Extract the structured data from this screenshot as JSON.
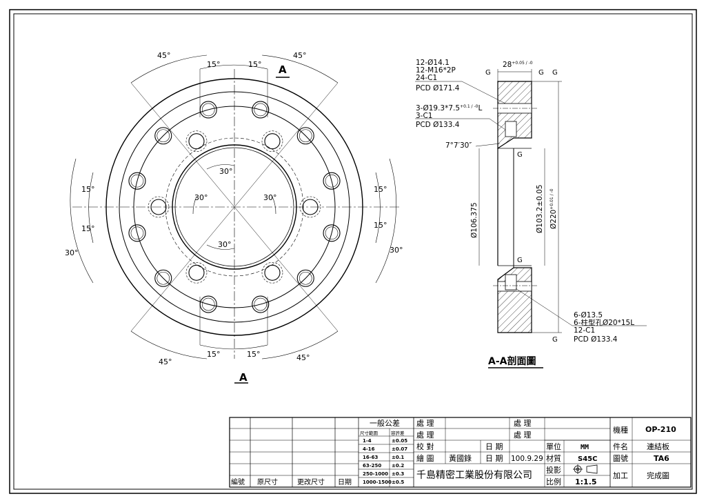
{
  "front_view": {
    "angles": {
      "top_left_45": "45°",
      "top_right_45": "45°",
      "top_15_left": "15°",
      "top_15_right": "15°",
      "left_15_upper": "15°",
      "left_15_lower": "15°",
      "left_30": "30°",
      "right_15_upper": "15°",
      "right_15_lower": "15°",
      "right_30": "30°",
      "bottom_15_left": "15°",
      "bottom_15_right": "15°",
      "bottom_left_45": "45°",
      "bottom_right_45": "45°",
      "inner_30_top": "30°",
      "inner_30_left": "30°",
      "inner_30_right": "30°",
      "inner_30_bottom": "30°"
    },
    "section_mark_top": "A",
    "section_mark_bottom": "A"
  },
  "section_view": {
    "callout_top": [
      "12-Ø14.1",
      "12-M16*2P",
      "24-C1",
      "PCD  Ø171.4"
    ],
    "callout_mid": [
      "3-Ø19.3*7.5",
      "3-C1",
      "PCD  Ø133.4"
    ],
    "callout_mid_tol": "+0.1 / -0",
    "callout_mid_suffix": "L",
    "thickness": "28",
    "thickness_tol": "+0.05 / -0",
    "taper_angle": "7°7′30″",
    "dim_inner": "Ø106.375",
    "dim_bore": "Ø103.2±0.05",
    "dim_outer": "Ø220",
    "dim_outer_tol": "+0.01 / -0",
    "callout_bottom": [
      "6-Ø13.5",
      "6-柱型孔Ø20*15L",
      "12-C1",
      "PCD  Ø133.4"
    ],
    "finish_symbol": "G",
    "title": "A-A剖面圖"
  },
  "title_block": {
    "general_tolerance": "一般公差",
    "size_range_header": "尺寸範圍",
    "allowance_header": "容許差",
    "tolerances": [
      {
        "range": "1-4",
        "tol": "±0.05"
      },
      {
        "range": "4-16",
        "tol": "±0.07"
      },
      {
        "range": "16-63",
        "tol": "±0.1"
      },
      {
        "range": "63-250",
        "tol": "±0.2"
      },
      {
        "range": "250-1000",
        "tol": "±0.3"
      },
      {
        "range": "1000-1500",
        "tol": "±0.5"
      }
    ],
    "rev_headers": {
      "no": "編號",
      "orig": "原尺寸",
      "changed": "更改尺寸",
      "date": "日期"
    },
    "treat1": "處 理",
    "treat2": "處 理",
    "treat3": "處 理",
    "treat4": "處 理",
    "check": "校 對",
    "draw": "繪 圖",
    "drafter": "黃國錄",
    "date_label1": "日 期",
    "date_label2": "日 期",
    "date_value": "100.9.29",
    "company": "千島精密工業股份有限公司",
    "unit_label": "單位",
    "unit_value": "MM",
    "material_label": "材質",
    "material_value": "S45C",
    "projection_label": "投影",
    "scale_label": "比例",
    "scale_value": "1:1.5",
    "machine_label": "機種",
    "machine_value": "OP-210",
    "part_label": "件名",
    "part_value": "連結板",
    "drawing_no_label": "圖號",
    "drawing_no_value": "TA6",
    "process_label": "加工",
    "process_value": "完成圖"
  }
}
